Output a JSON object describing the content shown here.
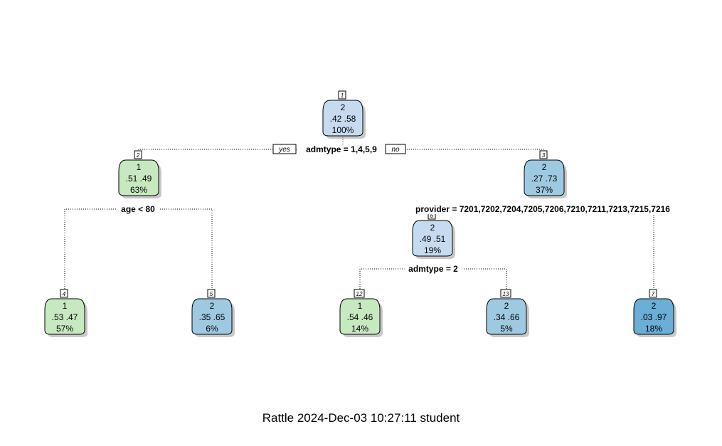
{
  "caption": "Rattle 2024-Dec-03 10:27:11 student",
  "colors": {
    "class1_light": "#c7e9c0",
    "class2_pale": "#c6dbef",
    "class2_mid": "#9ecae1",
    "class2_dark": "#6baed6"
  },
  "branch_labels": {
    "yes": "yes",
    "no": "no"
  },
  "splits": [
    {
      "id": "split-1",
      "text": "admtype = 1,4,5,9"
    },
    {
      "id": "split-2",
      "text": "age < 80"
    },
    {
      "id": "split-3",
      "text": "provider = 7201,7202,7204,7205,7206,7210,7211,7213,7215,7216"
    },
    {
      "id": "split-6",
      "text": "admtype = 2"
    }
  ],
  "nodes": [
    {
      "number": "1",
      "class": "2",
      "p1": ".42",
      "p2": ".58",
      "pct": "100%",
      "color": "class2_pale"
    },
    {
      "number": "2",
      "class": "1",
      "p1": ".51",
      "p2": ".49",
      "pct": "63%",
      "color": "class1_light"
    },
    {
      "number": "3",
      "class": "2",
      "p1": ".27",
      "p2": ".73",
      "pct": "37%",
      "color": "class2_mid"
    },
    {
      "number": "6",
      "class": "2",
      "p1": ".49",
      "p2": ".51",
      "pct": "19%",
      "color": "class2_pale"
    },
    {
      "number": "4",
      "class": "1",
      "p1": ".53",
      "p2": ".47",
      "pct": "57%",
      "color": "class1_light"
    },
    {
      "number": "5",
      "class": "2",
      "p1": ".35",
      "p2": ".65",
      "pct": "6%",
      "color": "class2_mid"
    },
    {
      "number": "12",
      "class": "1",
      "p1": ".54",
      "p2": ".46",
      "pct": "14%",
      "color": "class1_light"
    },
    {
      "number": "13",
      "class": "2",
      "p1": ".34",
      "p2": ".66",
      "pct": "5%",
      "color": "class2_mid"
    },
    {
      "number": "7",
      "class": "2",
      "p1": ".03",
      "p2": ".97",
      "pct": "18%",
      "color": "class2_dark"
    }
  ]
}
